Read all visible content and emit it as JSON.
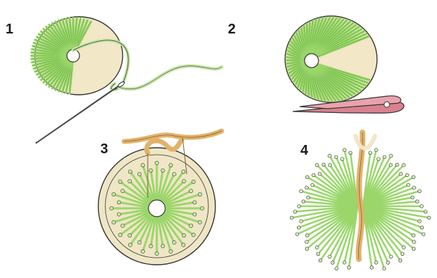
{
  "steps": [
    {
      "label": "1"
    },
    {
      "label": "2"
    },
    {
      "label": "3"
    },
    {
      "label": "4"
    }
  ],
  "colors": {
    "yarn_green": "#9ad66a",
    "yarn_green_dark": "#5ea63a",
    "cardboard": "#f2e7c6",
    "tie_yarn": "#e2b26a",
    "scissors": "#d9828e",
    "outline": "#333333"
  }
}
